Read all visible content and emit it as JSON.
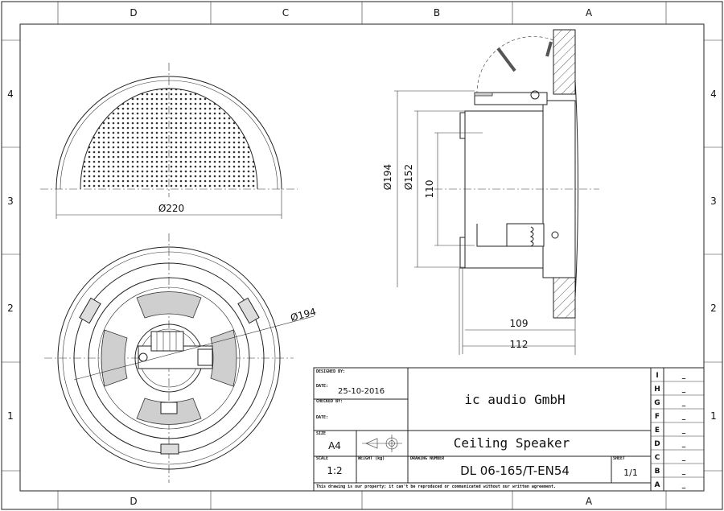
{
  "frame": {
    "columns": [
      "D",
      "C",
      "B",
      "A"
    ],
    "bottom_columns": [
      "D",
      "A"
    ],
    "rows": [
      "4",
      "3",
      "2",
      "1"
    ]
  },
  "dimensions": {
    "top_view_diameter": "Ø220",
    "front_view_diameter": "Ø194",
    "side_outer_diameter": "Ø194",
    "side_cutout_diameter": "Ø152",
    "side_height": "110",
    "depth_inner": "109",
    "depth_total": "112"
  },
  "title_block": {
    "designed_by_label": "DESIGNED BY:",
    "date_label": "DATE:",
    "date_value": "25-10-2016",
    "checked_by_label": "CHECKED BY:",
    "date2_label": "DATE:",
    "company": "ic audio GmbH",
    "size_label": "SIZE",
    "size_value": "A4",
    "title": "Ceiling Speaker",
    "scale_label": "SCALE",
    "scale_value": "1:2",
    "weight_label": "WEIGHT (kg)",
    "drawing_number_label": "DRAWING NUMBER",
    "drawing_number": "DL 06-165/T-EN54",
    "sheet_label": "SHEET",
    "sheet_value": "1/1",
    "notice": "This drawing is our property; it can't be reproduced or communicated without our written agreement.",
    "revisions": [
      {
        "letter": "I",
        "value": "_"
      },
      {
        "letter": "H",
        "value": "_"
      },
      {
        "letter": "G",
        "value": "_"
      },
      {
        "letter": "F",
        "value": "_"
      },
      {
        "letter": "E",
        "value": "_"
      },
      {
        "letter": "D",
        "value": "_"
      },
      {
        "letter": "C",
        "value": "_"
      },
      {
        "letter": "B",
        "value": "_"
      },
      {
        "letter": "A",
        "value": "_"
      }
    ]
  }
}
